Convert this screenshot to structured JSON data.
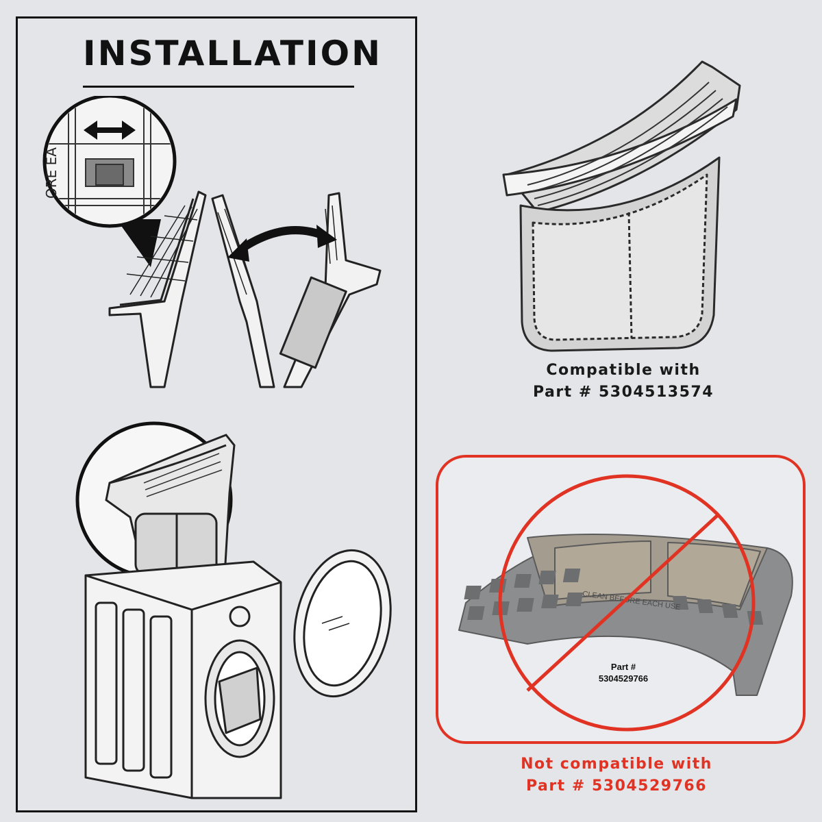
{
  "installation": {
    "title": "INSTALLATION",
    "zoom_label": "ORE EA"
  },
  "compatible": {
    "line1": "Compatible with",
    "line2": "Part # 5304513574"
  },
  "incompatible": {
    "line1": "Not compatible with",
    "line2": "Part # 5304529766",
    "image_part_line1": "Part #",
    "image_part_line2": "5304529766",
    "filter_text": "CLEAN BEFORE EACH USE"
  },
  "colors": {
    "background": "#e4e5e9",
    "frame": "#141414",
    "warning_red": "#e03323",
    "caption_text": "#1a1a1a"
  },
  "icons": {
    "arrow": "double-headed-arrow-icon",
    "prohibition": "no-sign-icon"
  }
}
